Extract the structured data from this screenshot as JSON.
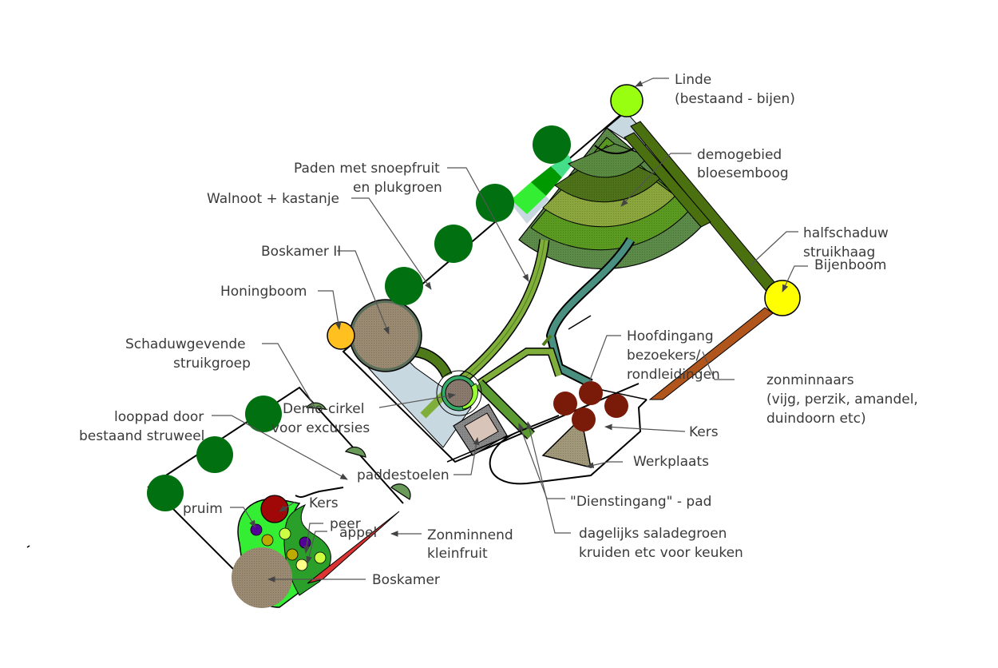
{
  "title": "Tuinontwerp voedselbos plattegrond",
  "colors": {
    "tree_dark": "#007010",
    "linde": "#99ff11",
    "bijenboom": "#ffff00",
    "honingboom": "#ffc020",
    "boskamer": "#9a8a72",
    "bloesemboog_1": "#5a8a40",
    "bloesemboog_2": "#4e7219",
    "bloesemboog_3": "#8aa63c",
    "bloesemboog_4": "#5a9a20",
    "bloesemboog_5": "#5c8a48",
    "path_green": "#7fae3a",
    "path_dark": "#4e7a1a",
    "hedge": "#4a7010",
    "zonminnaars": "#b0561c",
    "kers_main": "#7a1a08",
    "kers_small": "#a00808",
    "werkplaats": "#a09878",
    "zonminnend": "#dd3333",
    "light_blue": "#c8d8e0",
    "teal": "#4a9080",
    "bright_green": "#33ee33",
    "mid_green": "#2aa02a",
    "pruim": "#550099",
    "peer": "#ccff44",
    "appel": "#bbaa00",
    "yellow_fruit": "#ffff88",
    "grey_box": "#888888",
    "pink_box": "#d8c4b8",
    "mushroom": "#6a9a5a",
    "text": "#3a3a3a"
  },
  "labels": {
    "linde_1": "Linde",
    "linde_2": "(bestaand - bijen)",
    "demogebied_1": "demogebied",
    "demogebied_2": "bloesemboog",
    "paden_1": "Paden met snoepfruit",
    "paden_2": "en plukgroen",
    "walnoot": "Walnoot + kastanje",
    "boskamer2": "Boskamer II",
    "honingboom": "Honingboom",
    "schaduw_1": "Schaduwgevende",
    "schaduw_2": "struikgroep",
    "looppad_1": "looppad door",
    "looppad_2": "bestaand struweel",
    "democirkel_1": "Demo-cirkel",
    "democirkel_2": "voor excursies",
    "paddestoelen": "paddestoelen",
    "pruim": "pruim",
    "kers_small": "Kers",
    "peer": "peer",
    "appel": "appel",
    "zonminnend_1": "Zonminnend",
    "zonminnend_2": "kleinfruit",
    "boskamer": "Boskamer",
    "halfschaduw_1": "halfschaduw",
    "halfschaduw_2": "struikhaag",
    "bijenboom": "Bijenboom",
    "hoofdingang_1": "Hoofdingang",
    "hoofdingang_2": "bezoekers/",
    "hoofdingang_3": "rondleidingen",
    "zonminnaars_1": "zonminnaars",
    "zonminnaars_2": "(vijg, perzik, amandel,",
    "zonminnaars_3": "duindoorn etc)",
    "kers": "Kers",
    "werkplaats": "Werkplaats",
    "dienstingang": "\"Dienstingang\" - pad",
    "dagelijks_1": "dagelijks saladegroen",
    "dagelijks_2": "kruiden etc voor keuken"
  }
}
